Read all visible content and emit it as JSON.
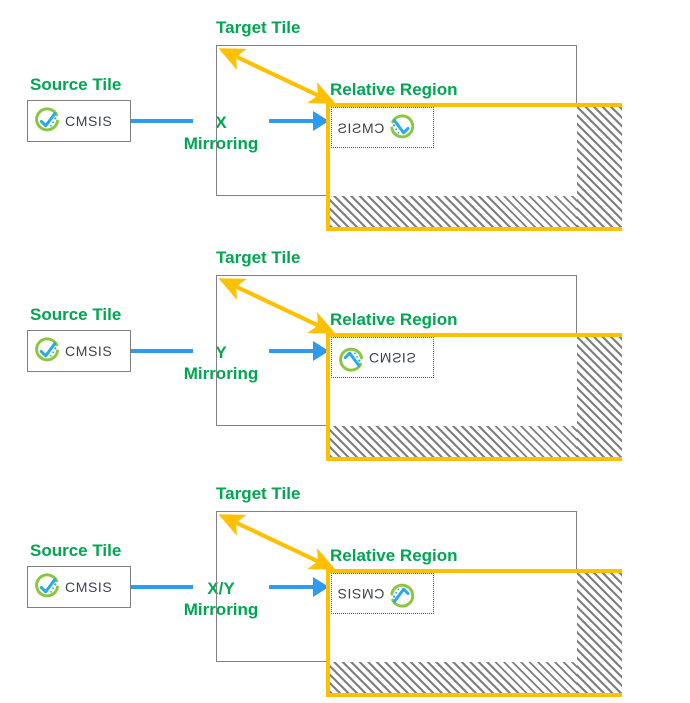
{
  "diagram": {
    "title": "Tile Mirroring Diagram",
    "colors": {
      "label_green": "#00a651",
      "region_orange": "#ffc000",
      "arrow_blue": "#2e9bf0",
      "outline_gray": "#808080",
      "hatch_gray": "#7f7f7f",
      "logo_green": "#8cc63e",
      "logo_blue": "#29abe2",
      "logo_text": "#3b444b"
    },
    "labels": {
      "source_tile": "Source Tile",
      "target_tile": "Target Tile",
      "relative_region": "Relative Region"
    },
    "logo": {
      "name": "cmsis-logo",
      "text": "CMSIS"
    },
    "rows": [
      {
        "id": "x-mirroring",
        "operation_line1": "X",
        "operation_line2": "Mirroring",
        "mirror_mode": "flip-x"
      },
      {
        "id": "y-mirroring",
        "operation_line1": "Y",
        "operation_line2": "Mirroring",
        "mirror_mode": "flip-y"
      },
      {
        "id": "xy-mirroring",
        "operation_line1": "X/Y",
        "operation_line2": "Mirroring",
        "mirror_mode": "flip-xy"
      }
    ]
  }
}
